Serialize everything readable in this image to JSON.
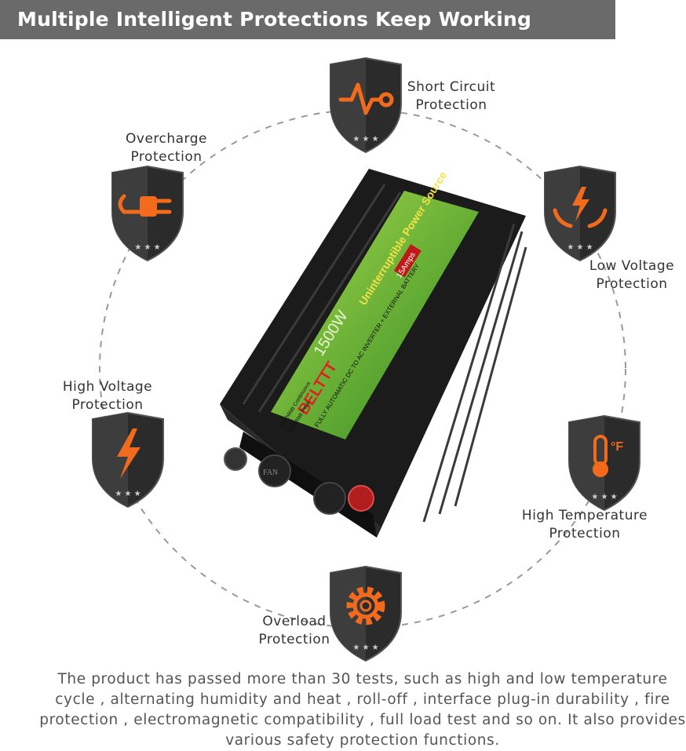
{
  "banner": {
    "title": "Multiple Intelligent Protections Keep Working Steadily"
  },
  "protections": {
    "short_circuit": {
      "line1": "Short Circuit",
      "line2": "Protection"
    },
    "low_voltage": {
      "line1": "Low Voltage",
      "line2": "Protection"
    },
    "high_temperature": {
      "line1": "High Temperature",
      "line2": "Protection"
    },
    "overload": {
      "line1": "Overload",
      "line2": "Protection"
    },
    "high_voltage": {
      "line1": "High Voltage",
      "line2": "Protection"
    },
    "overcharge": {
      "line1": "Overcharge",
      "line2": "Protection"
    }
  },
  "product": {
    "brand": "BELTTT",
    "power": "1500W",
    "subtitle": "Uninterruptible Power Source",
    "tagline": "FULLY AUTOMATIC DC TO AC INVERTER + EXTERNAL BATTERY",
    "amps": "15Amps",
    "spec1": "1500Watt Continuous",
    "spec2": "3000Watt Peak",
    "fan": "FAN"
  },
  "description": "The product has passed more than 30 tests, such as high and low temperature cycle , alternating humidity and heat , roll-off , interface plug-in durability , fire protection , electromagnetic compatibility , full load test and so on. It also provides various safety protection functions.",
  "colors": {
    "accent": "#f26b1d",
    "banner": "#6a6a6a",
    "shield": "#2b2b2b",
    "green": "#4a9a2a"
  }
}
